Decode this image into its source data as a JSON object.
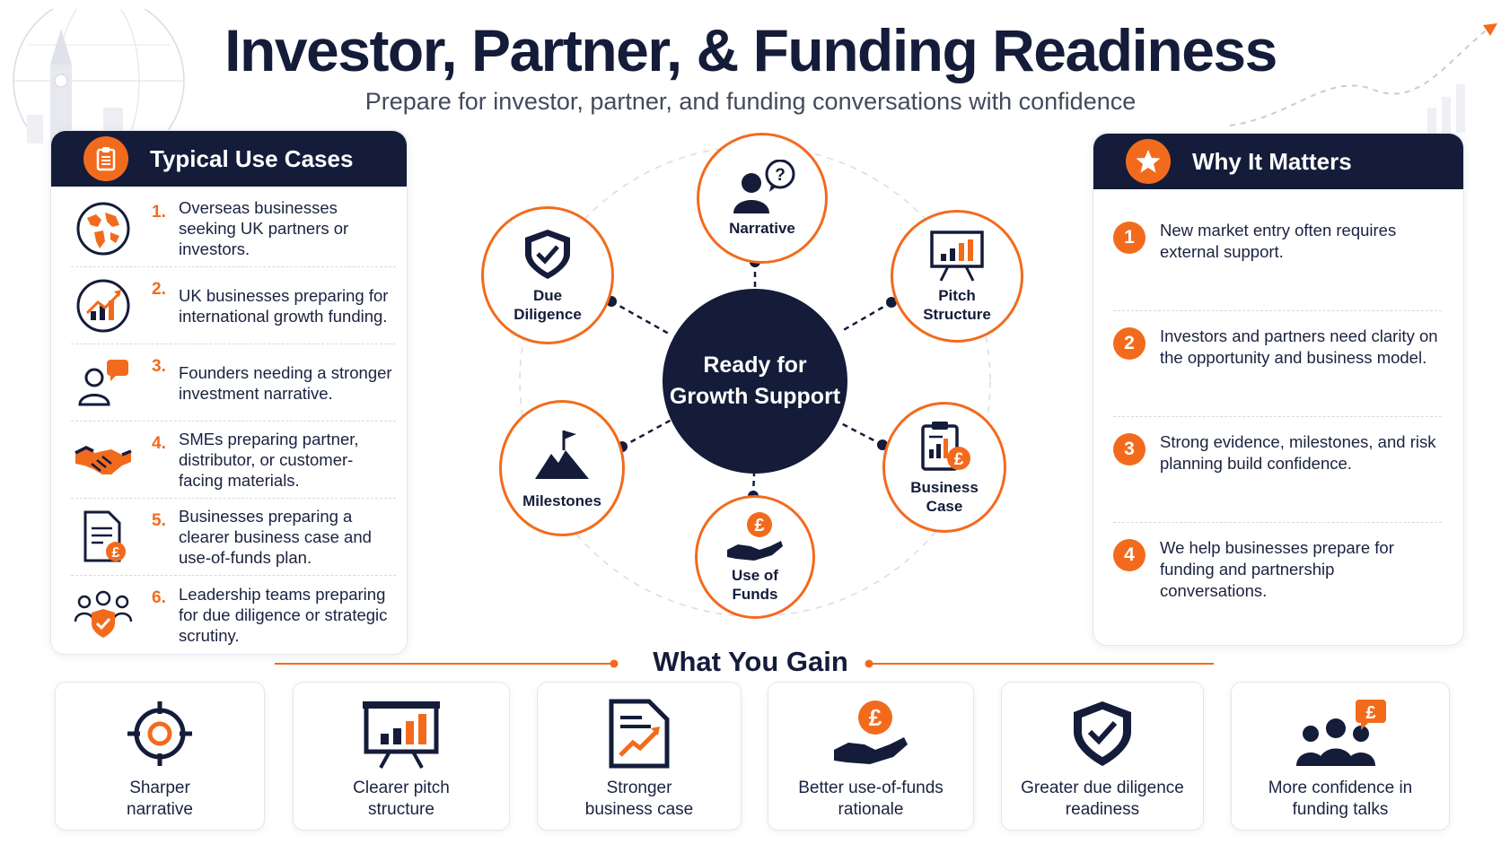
{
  "header": {
    "title": "Investor, Partner, & Funding Readiness",
    "subtitle": "Prepare for investor, partner, and funding conversations with confidence"
  },
  "use_cases": {
    "title": "Typical Use Cases",
    "items": [
      {
        "num": "1.",
        "text": "Overseas businesses seeking UK partners or investors.",
        "icon": "globe-icon"
      },
      {
        "num": "2.",
        "text": "UK businesses preparing for international growth funding.",
        "icon": "growth-chart-icon"
      },
      {
        "num": "3.",
        "text": "Founders needing a stronger investment narrative.",
        "icon": "person-speech-icon"
      },
      {
        "num": "4.",
        "text": "SMEs preparing partner, distributor, or customer-facing materials.",
        "icon": "handshake-icon"
      },
      {
        "num": "5.",
        "text": "Businesses preparing a clearer business case and use-of-funds plan.",
        "icon": "document-pound-icon"
      },
      {
        "num": "6.",
        "text": "Leadership teams preparing for due diligence or strategic scrutiny.",
        "icon": "team-shield-icon"
      }
    ]
  },
  "why": {
    "title": "Why It Matters",
    "items": [
      {
        "num": "1",
        "text": "New market entry often requires external support."
      },
      {
        "num": "2",
        "text": "Investors and partners need clarity on the opportunity and business model."
      },
      {
        "num": "3",
        "text": "Strong evidence, milestones, and risk planning build confidence."
      },
      {
        "num": "4",
        "text": "We help businesses prepare for funding and partnership conversations."
      }
    ]
  },
  "diagram": {
    "hub": "Ready for Growth Support",
    "nodes": [
      {
        "label": "Narrative",
        "icon": "person-question-icon"
      },
      {
        "label": "Pitch Structure",
        "icon": "presentation-chart-icon"
      },
      {
        "label": "Business Case",
        "icon": "clipboard-pound-icon"
      },
      {
        "label": "Use of Funds",
        "icon": "hand-pound-icon"
      },
      {
        "label": "Milestones",
        "icon": "mountain-flag-icon"
      },
      {
        "label": "Due Diligence",
        "icon": "shield-check-icon"
      }
    ]
  },
  "gain": {
    "title": "What You Gain",
    "items": [
      {
        "label": "Sharper narrative",
        "icon": "target-icon"
      },
      {
        "label": "Clearer pitch structure",
        "icon": "presentation-chart-icon"
      },
      {
        "label": "Stronger business case",
        "icon": "document-growth-icon"
      },
      {
        "label": "Better use-of-funds rationale",
        "icon": "hand-pound-icon"
      },
      {
        "label": "Greater due diligence readiness",
        "icon": "shield-check-icon"
      },
      {
        "label": "More confidence in funding talks",
        "icon": "team-pound-icon"
      }
    ]
  },
  "colors": {
    "navy": "#141c3a",
    "orange": "#f26b1d"
  }
}
